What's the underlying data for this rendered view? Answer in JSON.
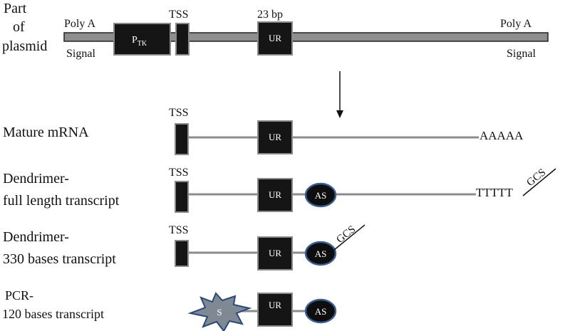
{
  "plasmid": {
    "label_line1": "Part",
    "label_line2": "of",
    "label_line3": "plasmid",
    "polyA_left_top": "Poly A",
    "polyA_left_bottom": "Signal",
    "promoter_main": "P",
    "promoter_sub": "TK",
    "tss": "TSS",
    "bp": "23 bp",
    "ur": "UR",
    "polyA_right_top": "Poly A",
    "polyA_right_bottom": "Signal"
  },
  "mature": {
    "label": "Mature mRNA",
    "tss": "TSS",
    "ur": "UR",
    "tail": "AAAAA"
  },
  "dendrimer_full": {
    "label_line1": "Dendrimer-",
    "label_line2": "full length transcript",
    "tss": "TSS",
    "ur": "UR",
    "as": "AS",
    "tail": "TTTTT",
    "gcs": "GCS"
  },
  "dendrimer_330": {
    "label_line1": "Dendrimer-",
    "label_line2": "330 bases transcript",
    "tss": "TSS",
    "ur": "UR",
    "as": "AS",
    "gcs": "GCS"
  },
  "pcr": {
    "label_line1": "PCR-",
    "label_line2": "120 bases transcript",
    "s": "S",
    "ur": "UR",
    "as": "AS"
  }
}
